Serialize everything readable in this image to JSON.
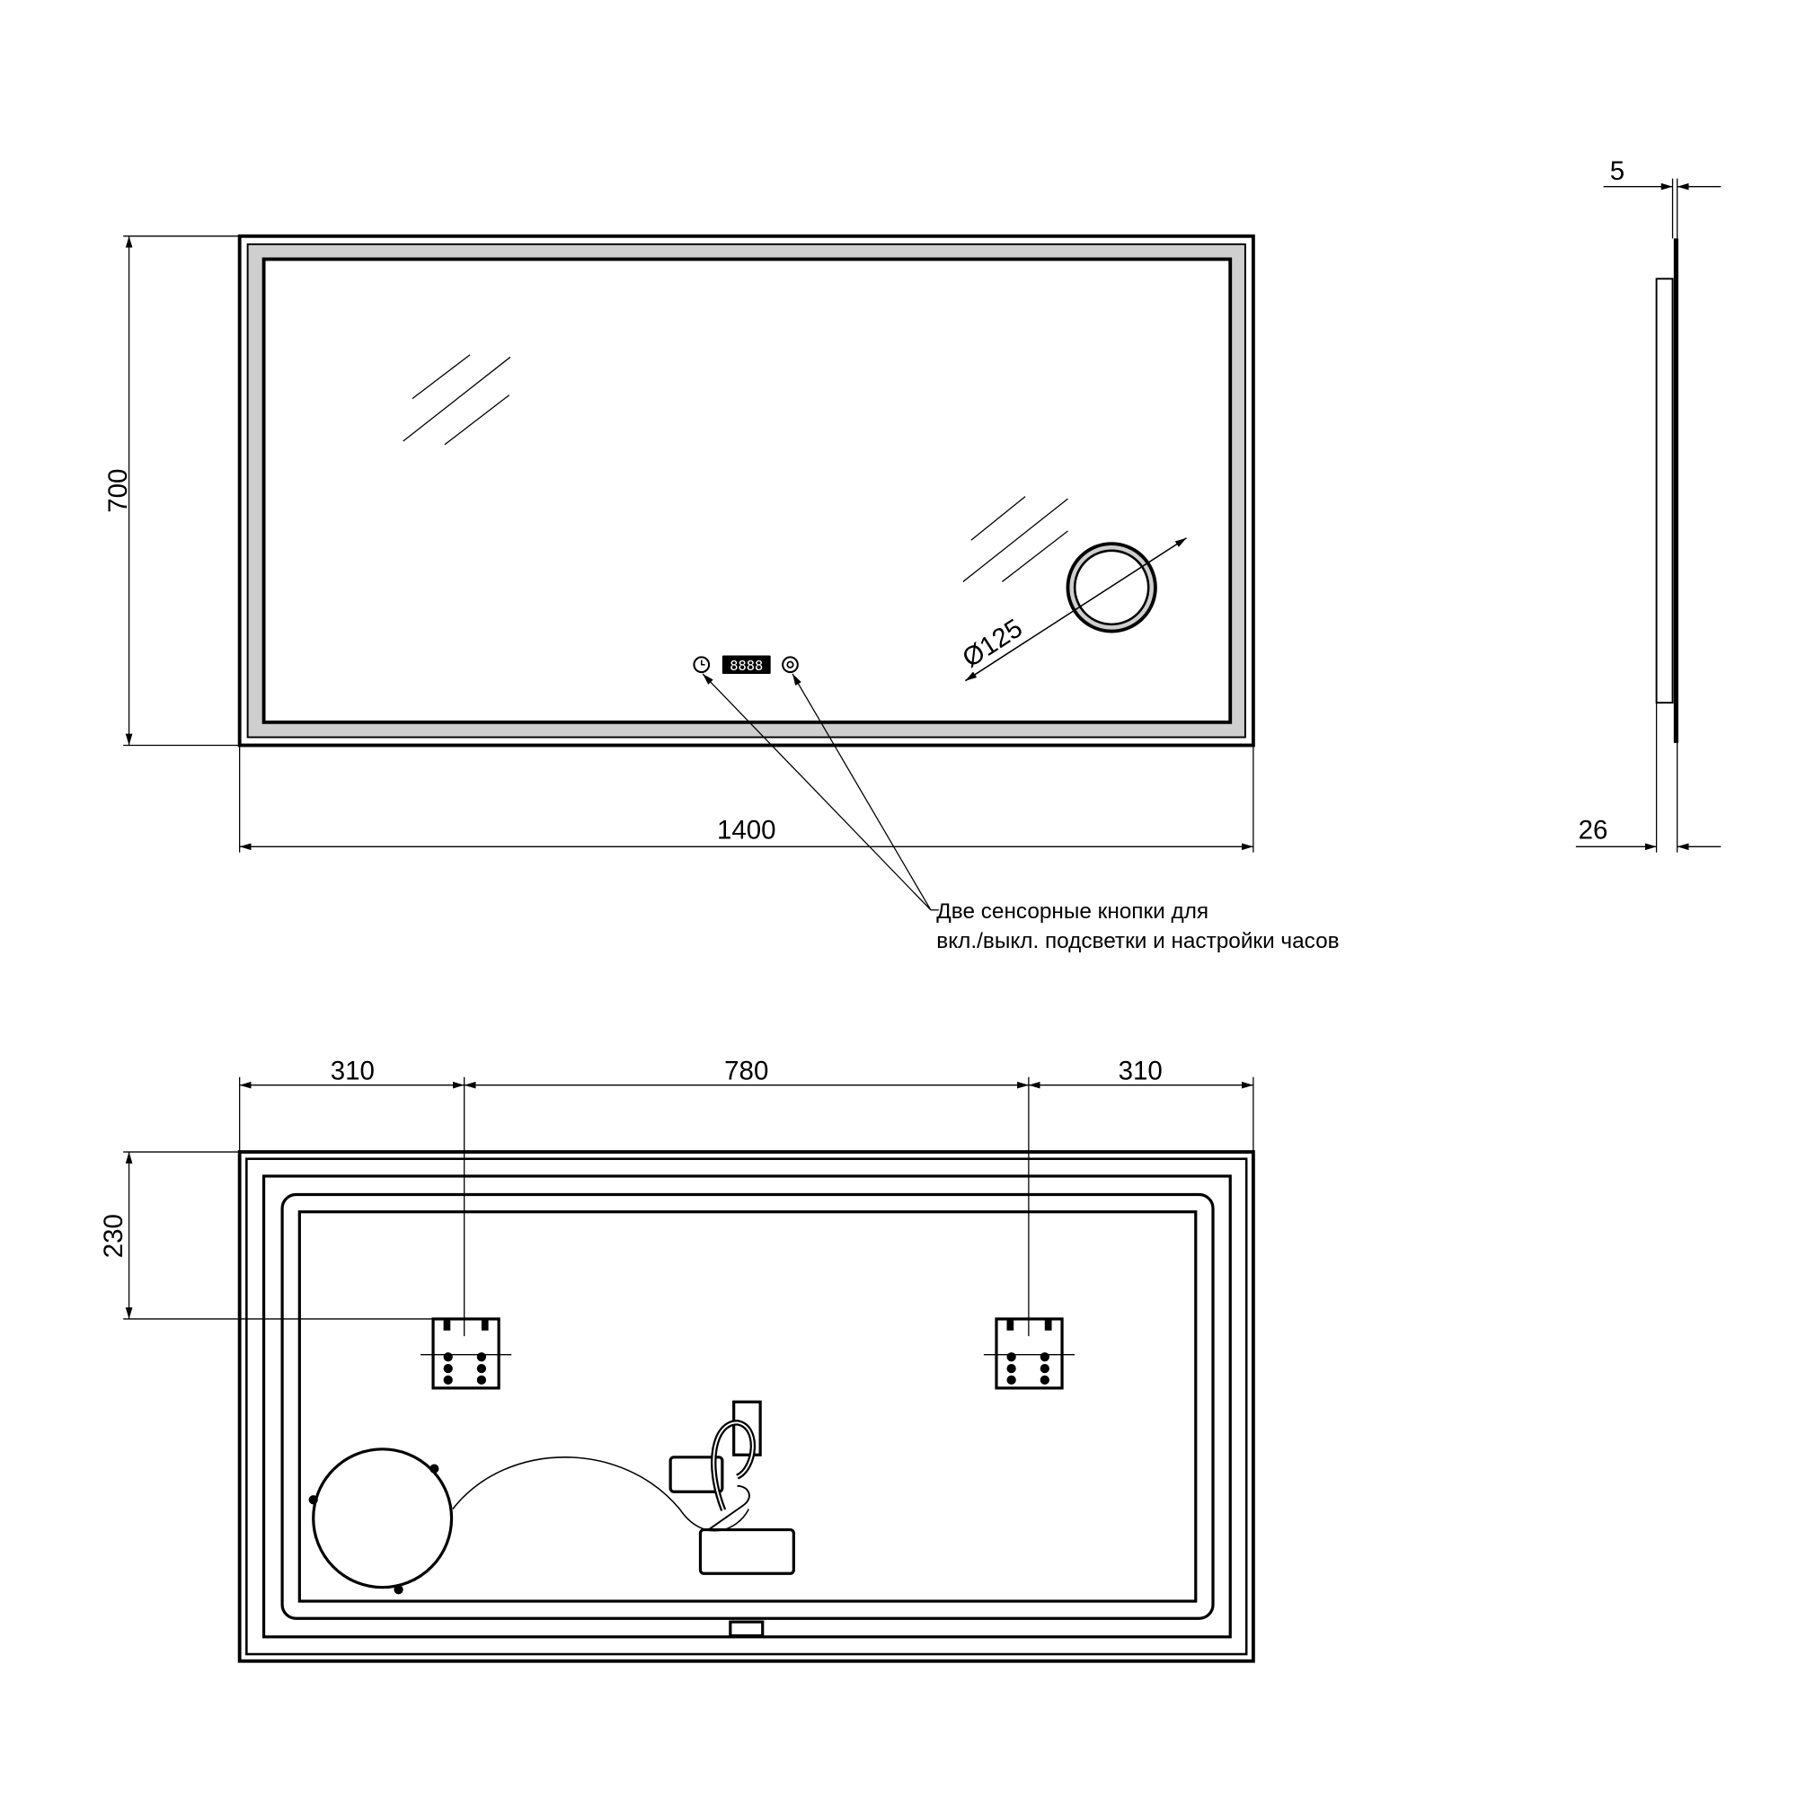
{
  "front_view": {
    "width_label": "1400",
    "height_label": "700",
    "magnifier_label": "Ø125",
    "callout_line1": "Две сенсорные кнопки для",
    "callout_line2": "вкл./выкл. подсветки и настройки часов"
  },
  "side_view": {
    "glass_thickness_label": "5",
    "depth_label": "26"
  },
  "back_view": {
    "left_offset_label": "310",
    "center_spacing_label": "780",
    "right_offset_label": "310",
    "top_offset_label": "230"
  },
  "colors": {
    "line": "#000000",
    "led_band": "#cfcfcf"
  }
}
